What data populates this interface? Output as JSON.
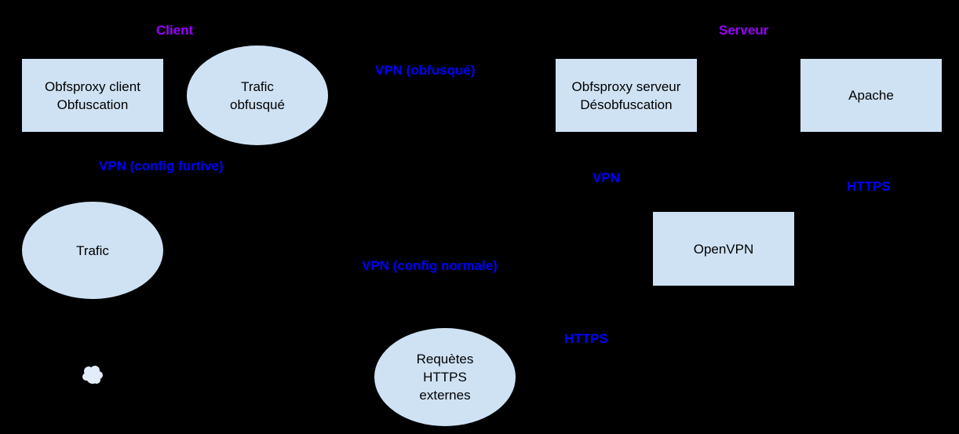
{
  "diagram": {
    "background": "#000000",
    "colors": {
      "node_fill": "#cfe2f3",
      "node_border": "#000000",
      "node_text": "#000000",
      "edge_label_color": "#0000ff",
      "section_label_color": "#9900ff"
    },
    "sections": [
      {
        "label": "Client"
      },
      {
        "label": "Serveur"
      }
    ],
    "nodes": [
      {
        "id": "obfsproxy-client",
        "shape": "rect",
        "lines": [
          "Obfsproxy client",
          "Obfuscation"
        ]
      },
      {
        "id": "trafic-obfusque",
        "shape": "ellipse",
        "lines": [
          "Trafic",
          "obfusqué"
        ]
      },
      {
        "id": "obfsproxy-serveur",
        "shape": "rect",
        "lines": [
          "Obfsproxy serveur",
          "Désobfuscation"
        ]
      },
      {
        "id": "apache",
        "shape": "rect",
        "lines": [
          "Apache"
        ]
      },
      {
        "id": "trafic",
        "shape": "ellipse",
        "lines": [
          "Trafic"
        ]
      },
      {
        "id": "openvpn",
        "shape": "rect",
        "lines": [
          "OpenVPN"
        ]
      },
      {
        "id": "requetes-https-externes",
        "shape": "ellipse",
        "lines": [
          "Requètes",
          "HTTPS",
          "externes"
        ]
      }
    ],
    "edge_labels": [
      {
        "id": "vpn-obfusque",
        "text": "VPN (obfusqué)"
      },
      {
        "id": "vpn-config-furtive",
        "text": "VPN (config furtive)"
      },
      {
        "id": "vpn",
        "text": "VPN"
      },
      {
        "id": "https-apache",
        "text": "HTTPS"
      },
      {
        "id": "vpn-config-normale",
        "text": "VPN (config normale)"
      },
      {
        "id": "https-openvpn",
        "text": "HTTPS"
      }
    ],
    "icons": [
      {
        "name": "cloud-blob"
      }
    ]
  }
}
